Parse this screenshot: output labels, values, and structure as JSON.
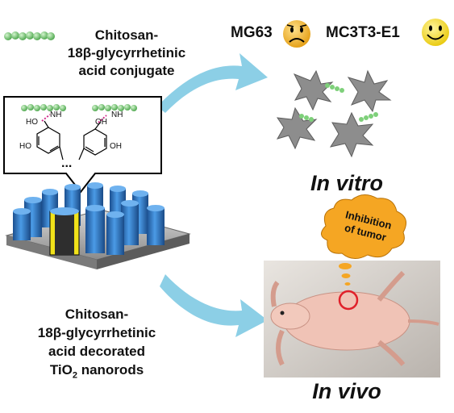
{
  "legend": {
    "line1": "Chitosan-",
    "line2": "18β-glycyrrhetinic",
    "line3": "acid conjugate"
  },
  "cells": {
    "mg63": "MG63",
    "mc3t3": "MC3T3-E1"
  },
  "in_vitro": "In vitro",
  "in_vivo": "In vivo",
  "thought": {
    "line1": "Inhibition",
    "line2": "of tumor"
  },
  "nanorods": {
    "line1": "Chitosan-",
    "line2": "18β-glycyrrhetinic",
    "line3": "acid decorated",
    "line4_prefix": "TiO",
    "line4_sub": "2",
    "line4_suffix": " nanorods"
  },
  "structure": {
    "nh_left": "NH",
    "ho_left": "HO",
    "ho_ring_left": "HO",
    "nh_right": "NH",
    "oh_right": "OH",
    "oh_ring_right": "OH",
    "ellipsis": "..."
  },
  "colors": {
    "chitosan_bead": "#7ed07a",
    "rod_blue": "#2f79c8",
    "arrow": "#8ccfe6",
    "sad_face": "#f2b81c",
    "happy_face": "#f7e11a",
    "thought_bubble": "#f5a623",
    "highlight": "#e0202a"
  }
}
